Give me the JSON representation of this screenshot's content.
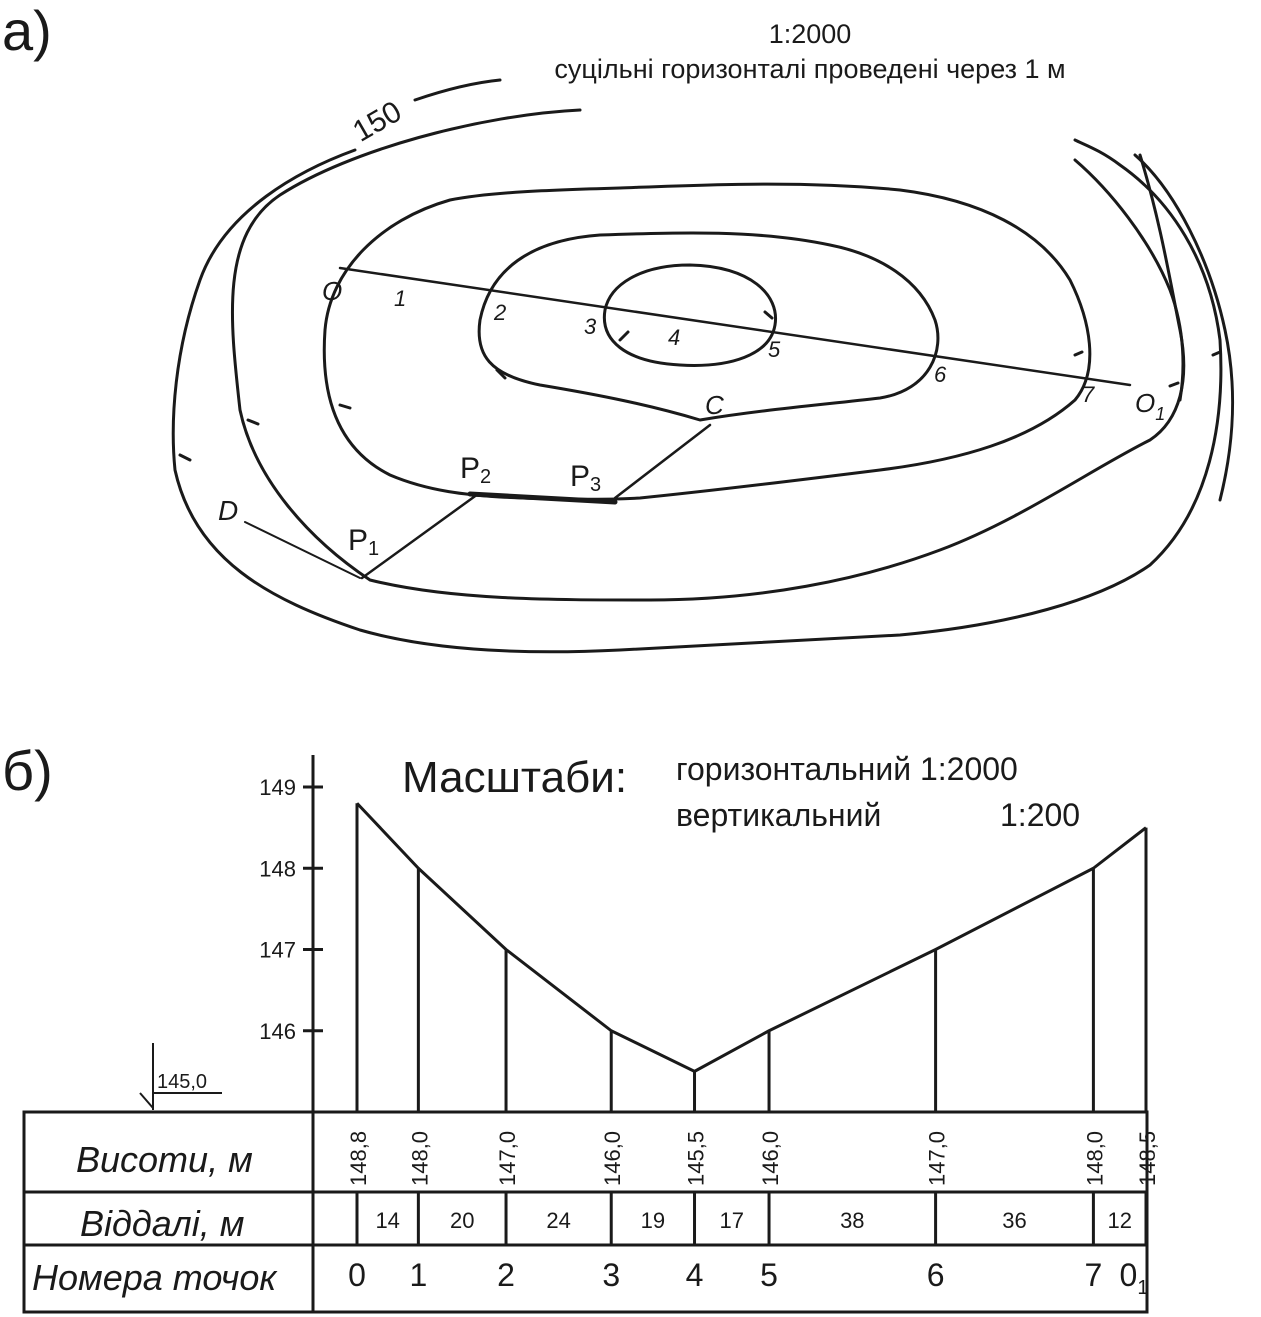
{
  "part_a": {
    "label": "а)",
    "scale": "1:2000",
    "contour_note": "суцільні горизонталі проведені через 1 м",
    "contour_value": "150",
    "line_start": "O",
    "line_end": "O",
    "line_end_sub": "1",
    "point_c": "C",
    "point_d": "D",
    "p1": "P",
    "p1_sub": "1",
    "p2": "P",
    "p2_sub": "2",
    "p3": "P",
    "p3_sub": "3",
    "numbers": [
      "1",
      "2",
      "3",
      "4",
      "5",
      "6",
      "7"
    ]
  },
  "part_b": {
    "label": "б)",
    "scales_title": "Масштаби:",
    "scale_h_label": "горизонтальний 1:2000",
    "scale_v_label": "вертикальний",
    "scale_v_value": "1:200",
    "datum": "145,0",
    "row_heights": "Висоти, м",
    "row_distances": "Віддалі, м",
    "row_numbers": "Номера точок",
    "chart_data": {
      "type": "line",
      "title": "",
      "xlabel": "",
      "ylabel": "",
      "y_ticks": [
        "146",
        "147",
        "148",
        "149"
      ],
      "ylim": [
        145.0,
        149.0
      ],
      "points": [
        {
          "label": "0",
          "sub": "",
          "x": 0,
          "elev": 148.8,
          "elev_label": "148,8"
        },
        {
          "label": "1",
          "sub": "",
          "x": 14,
          "elev": 148.0,
          "elev_label": "148,0"
        },
        {
          "label": "2",
          "sub": "",
          "x": 34,
          "elev": 147.0,
          "elev_label": "147,0"
        },
        {
          "label": "3",
          "sub": "",
          "x": 58,
          "elev": 146.0,
          "elev_label": "146,0"
        },
        {
          "label": "4",
          "sub": "",
          "x": 77,
          "elev": 145.5,
          "elev_label": "145,5"
        },
        {
          "label": "5",
          "sub": "",
          "x": 94,
          "elev": 146.0,
          "elev_label": "146,0"
        },
        {
          "label": "6",
          "sub": "",
          "x": 132,
          "elev": 147.0,
          "elev_label": "147,0"
        },
        {
          "label": "7",
          "sub": "",
          "x": 168,
          "elev": 148.0,
          "elev_label": "148,0"
        },
        {
          "label": "0",
          "sub": "1",
          "x": 180,
          "elev": 148.5,
          "elev_label": "148,5"
        }
      ],
      "distances": [
        "14",
        "20",
        "24",
        "19",
        "17",
        "38",
        "36",
        "12"
      ]
    }
  }
}
